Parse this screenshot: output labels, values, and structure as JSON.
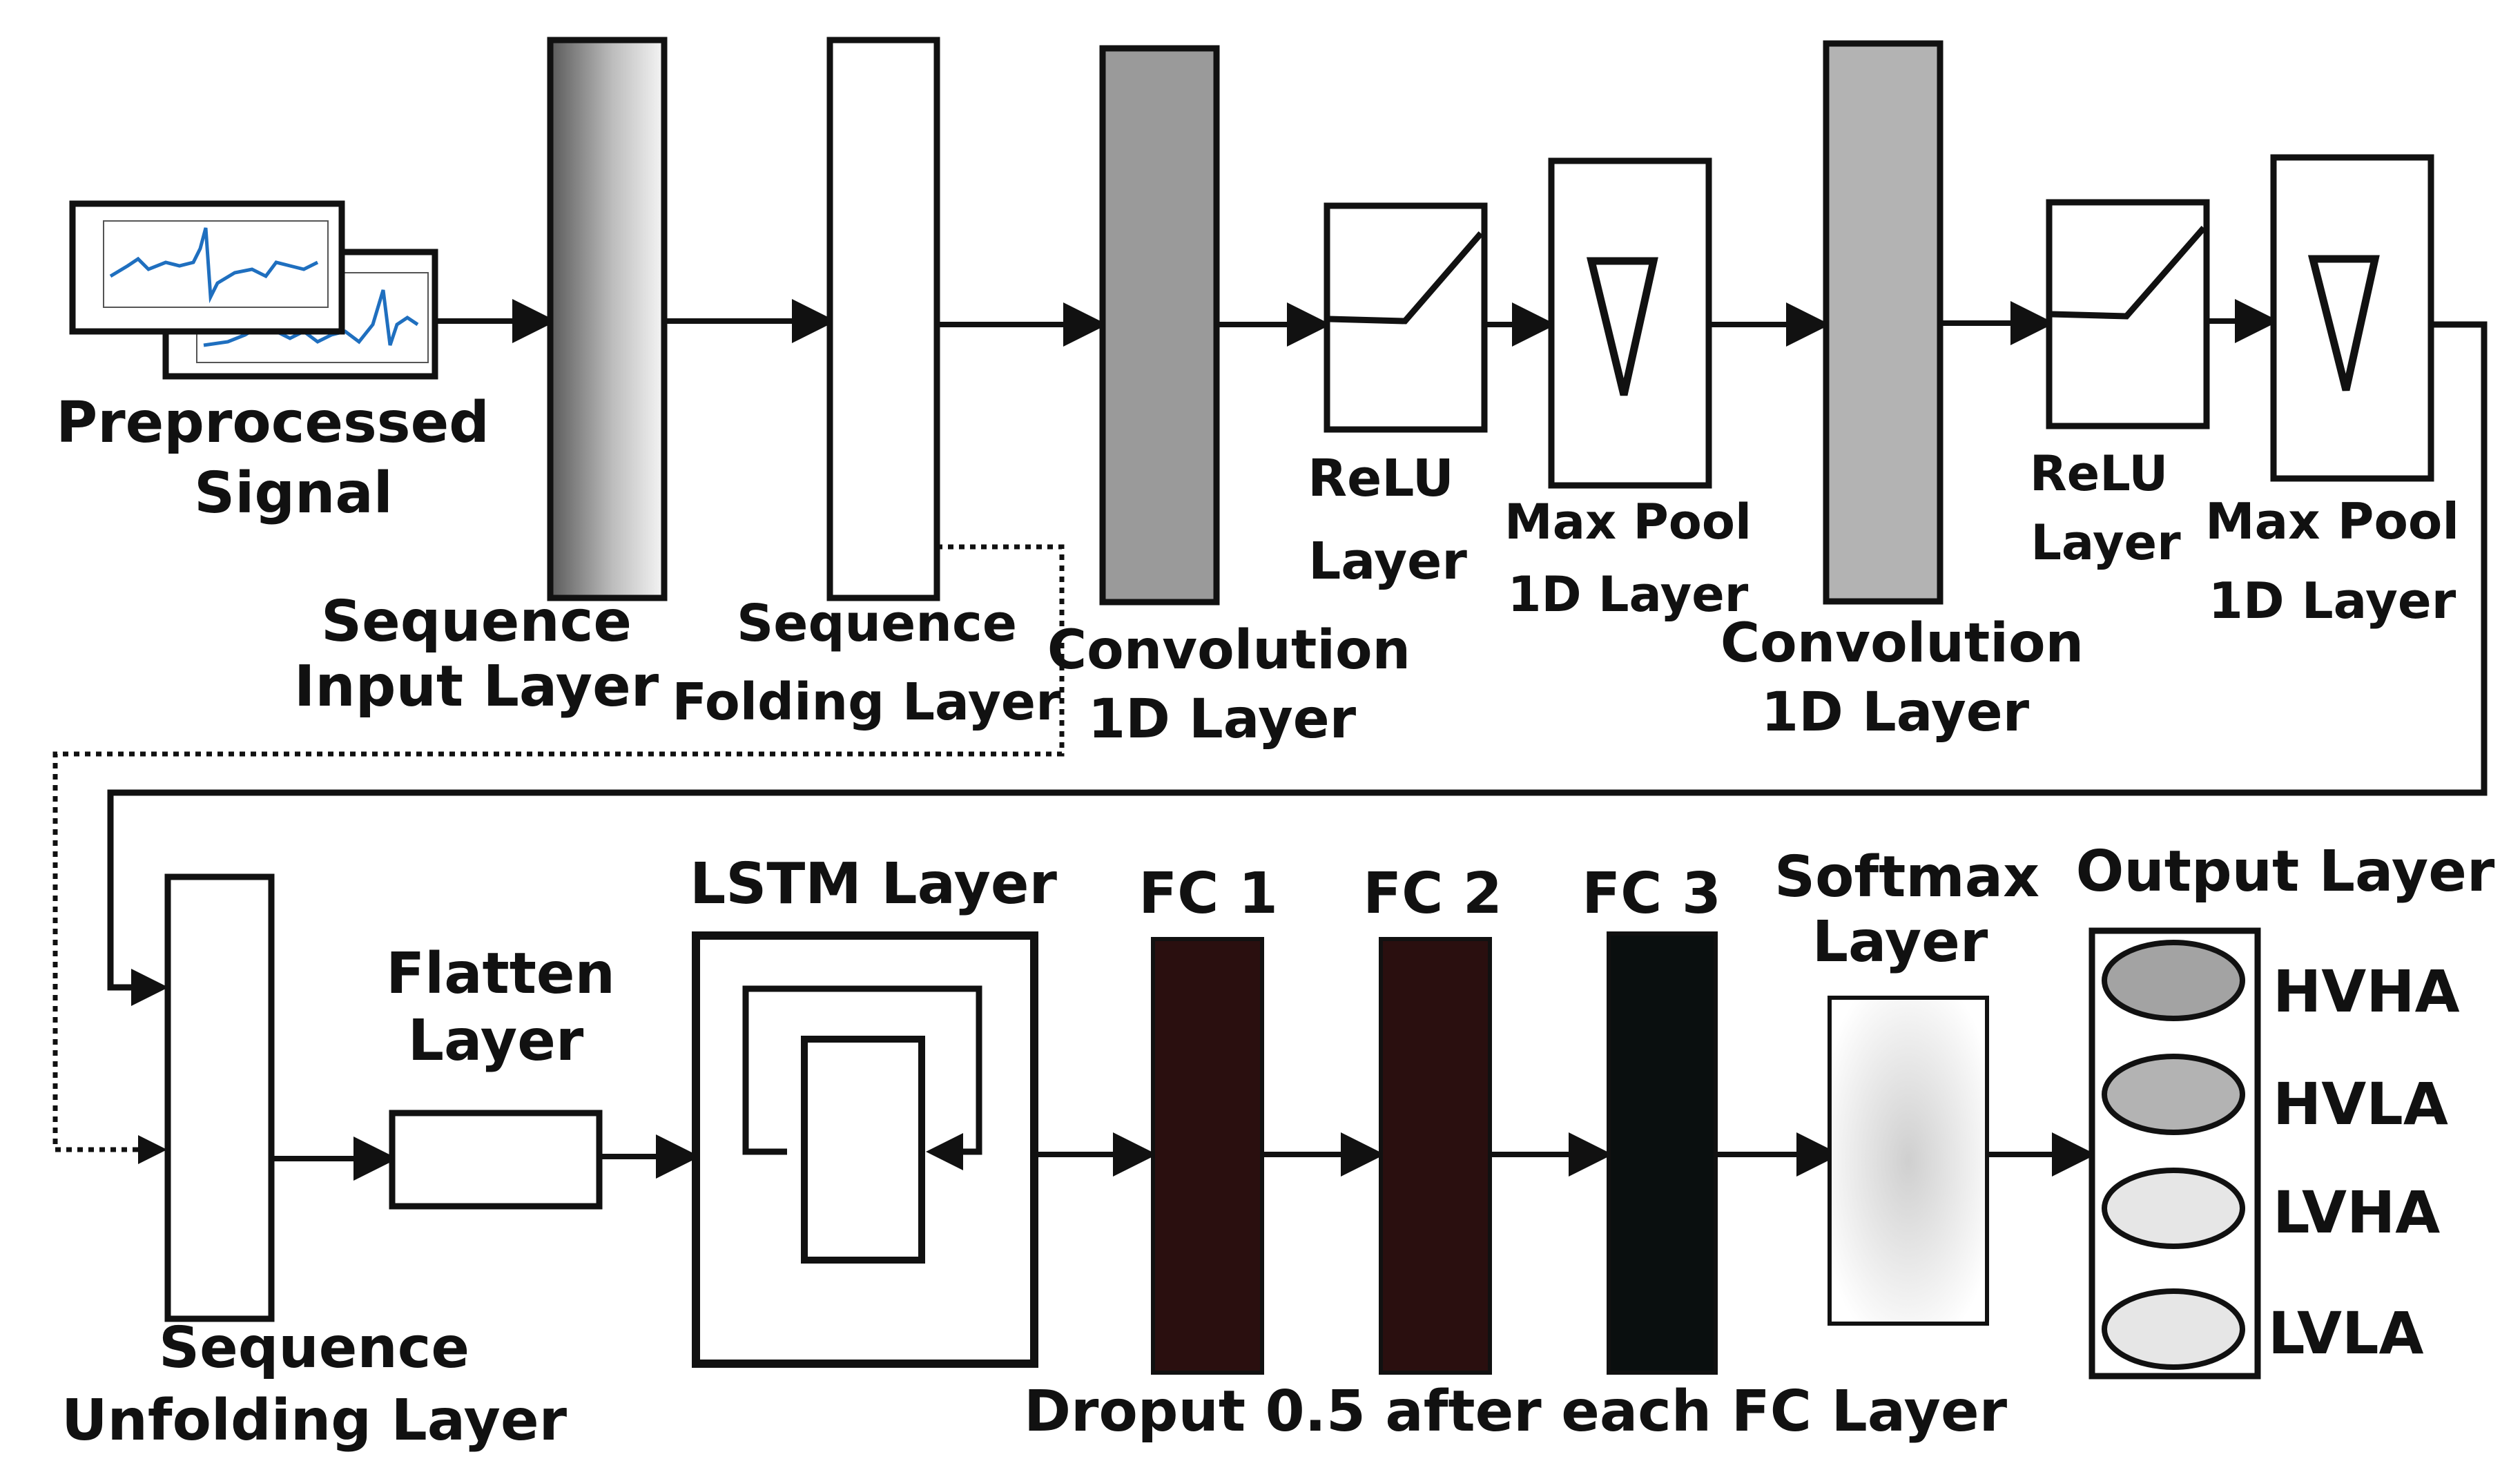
{
  "labels": {
    "preprocessed_line1": "Preprocessed",
    "preprocessed_line2": "Signal",
    "seq_input_line1": "Sequence",
    "seq_input_line2": "Input Layer",
    "seq_fold_line1": "Sequence",
    "seq_fold_line2": "Folding Layer",
    "conv1_line1": "Convolution",
    "conv1_line2": "1D Layer",
    "relu1_line1": "ReLU",
    "relu1_line2": "Layer",
    "maxpool1_line1": "Max Pool",
    "maxpool1_line2": "1D Layer",
    "conv2_line1": "Convolution",
    "conv2_line2": "1D Layer",
    "relu2_line1": "ReLU",
    "relu2_line2": "Layer",
    "maxpool2_line1": "Max Pool",
    "maxpool2_line2": "1D Layer",
    "seq_unfold_line1": "Sequence",
    "seq_unfold_line2": "Unfolding Layer",
    "flatten_line1": "Flatten",
    "flatten_line2": "Layer",
    "lstm": "LSTM Layer",
    "fc1": "FC 1",
    "fc2": "FC 2",
    "fc3": "FC 3",
    "softmax_line1": "Softmax",
    "softmax_line2": "Layer",
    "output_layer": "Output Layer",
    "dropout_note": "Droput 0.5 after each FC Layer"
  },
  "outputs": [
    "HVHA",
    "HVLA",
    "LVHA",
    "LVLA"
  ],
  "colors": {
    "conv1": "#9a9a9a",
    "conv2": "#b3b3b3",
    "fc1": "#2a0f0f",
    "fc2": "#2a0f0f",
    "fc3": "#0a0f0f",
    "output_hvha": "#a3a3a3",
    "output_hvla": "#b3b3b3",
    "output_lvha": "#e6e6e6",
    "output_lvla": "#e6e6e6",
    "signal_trace": "#1f6fbf"
  }
}
